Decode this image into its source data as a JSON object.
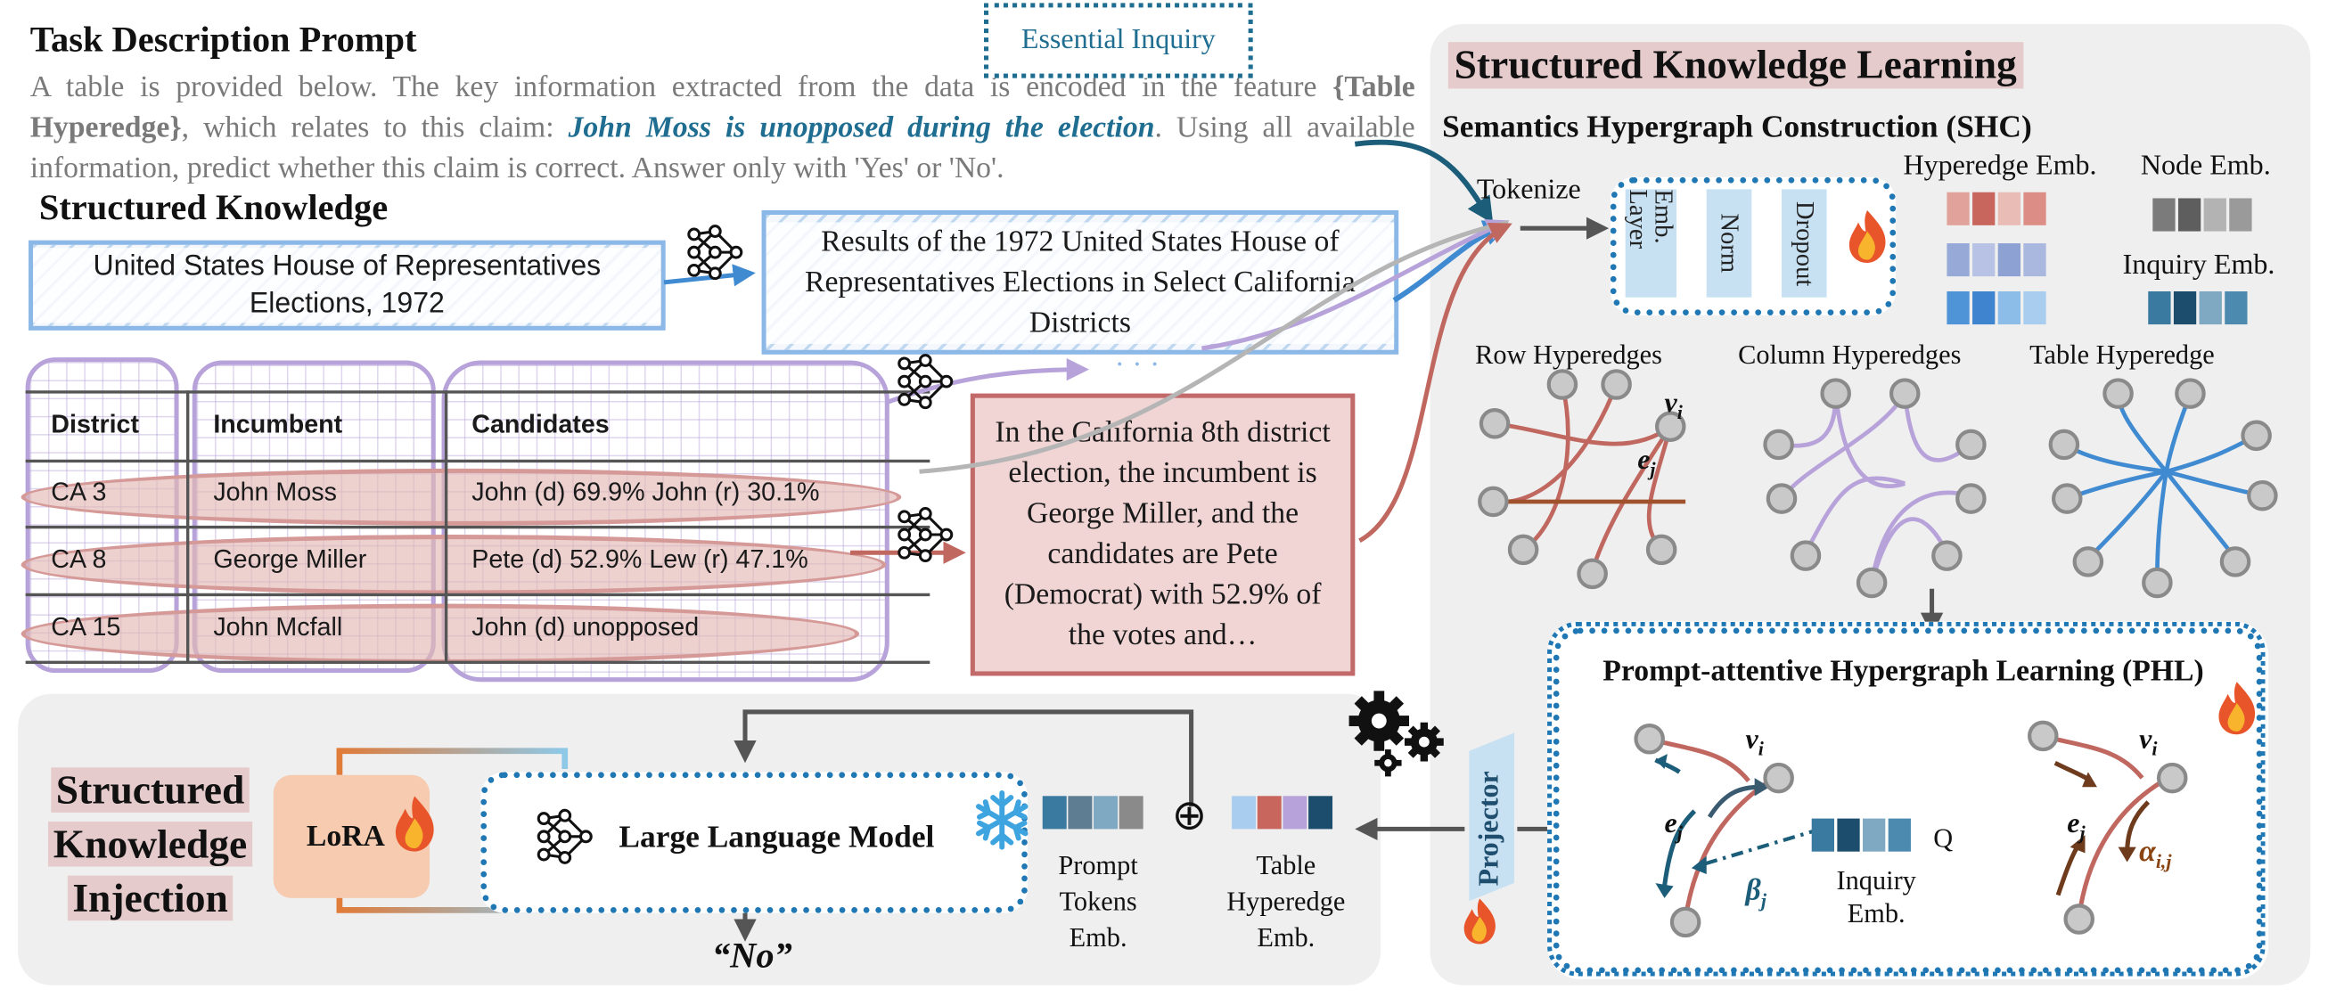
{
  "task_prompt": {
    "title": "Task Description Prompt",
    "text_before": "A table is provided below. The key information extracted from the data is encoded in the feature ",
    "hyperedge_token": "{Table Hyperedge}",
    "text_mid": ", which relates to this claim: ",
    "claim": "John Moss is unopposed during the election",
    "text_after": ". Using all available information, predict whether this claim is correct. Answer only with 'Yes' or 'No'.",
    "inquiry_callout": "Essential Inquiry"
  },
  "structured_knowledge": {
    "title": "Structured Knowledge",
    "caption_box": "United States House of Representatives Elections, 1972",
    "summary_box": "Results of the 1972 United States House of Representatives Elections in Select California Districts",
    "ellipsis": "· · ·",
    "row_text_box": "In the California 8th district election, the incumbent is George Miller, and the candidates are Pete (Democrat) with 52.9% of the votes and…",
    "table": {
      "headers": [
        "District",
        "Incumbent",
        "Candidates"
      ],
      "rows": [
        [
          "CA 3",
          "John Moss",
          "John (d) 69.9% John (r) 30.1%"
        ],
        [
          "CA 8",
          "George Miller",
          "Pete (d) 52.9% Lew (r) 47.1%"
        ],
        [
          "CA 15",
          "John Mcfall",
          "John (d) unopposed"
        ]
      ]
    }
  },
  "skl": {
    "title": "Structured Knowledge Learning",
    "shc_title": "Semantics Hypergraph Construction (SHC)",
    "tokenize": "Tokenize",
    "layers": [
      "Emb. Layer",
      "Norm",
      "Dropout"
    ],
    "hyperedge_emb": "Hyperedge Emb.",
    "node_emb": "Node Emb.",
    "inquiry_emb": "Inquiry Emb.",
    "row_hyperedges": "Row Hyperedges",
    "column_hyperedges": "Column Hyperedges",
    "table_hyperedge": "Table Hyperedge",
    "v_i": "v",
    "v_sub": "i",
    "e_j": "e",
    "e_sub": "j",
    "phl_title": "Prompt-attentive Hypergraph Learning (PHL)",
    "beta": "β",
    "beta_sub": "j",
    "alpha": "α",
    "alpha_sub": "i,j",
    "inquiry_emb_phl": "Inquiry Emb.",
    "q": "Q",
    "projector": "Projector"
  },
  "ski": {
    "title": "Structured Knowledge Injection",
    "lora": "LoRA",
    "llm": "Large Language Model",
    "output": "“No”",
    "prompt_tokens": "Prompt Tokens Emb.",
    "plus": "⊕",
    "table_hyperedge_emb": "Table Hyperedge Emb."
  },
  "colors": {
    "row": "#c0675f",
    "column": "#b7a3da",
    "table": "#3f8ad0",
    "panel": "#efefef",
    "accent_blue": "#1f77b4",
    "hl": "#e5cbcb"
  }
}
